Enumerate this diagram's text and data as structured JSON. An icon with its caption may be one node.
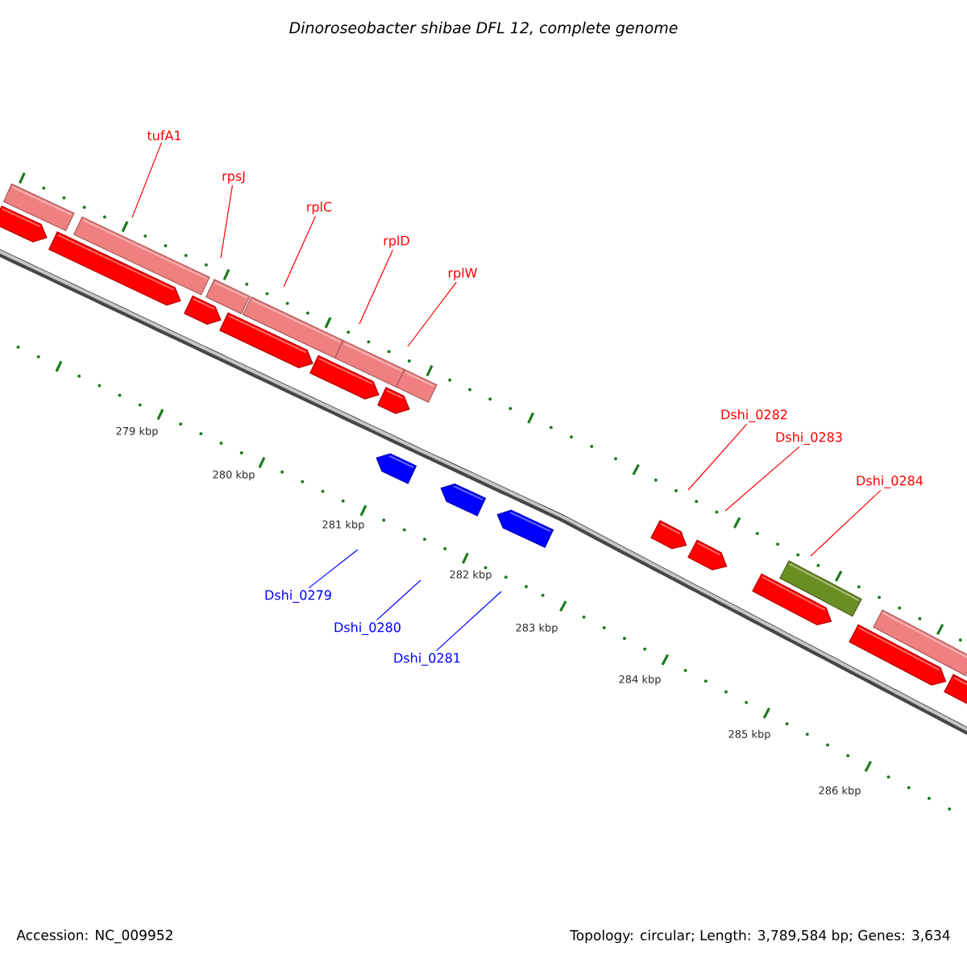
{
  "diagram": {
    "title": "Dinoroseobacter shibae DFL 12, complete genome",
    "nodes": [
      {
        "text": [
          "tufA1"
        ]
      },
      {
        "text": [
          "rpsJ"
        ]
      },
      {
        "text": [
          "rplC"
        ]
      },
      {
        "text": [
          "rplD"
        ]
      },
      {
        "text": [
          "rplW"
        ]
      },
      {
        "text": [
          "Dshi_0279"
        ]
      },
      {
        "text": [
          "Dshi_0280"
        ]
      },
      {
        "text": [
          "Dshi_0281"
        ]
      },
      {
        "text": [
          "Dshi_0282"
        ]
      },
      {
        "text": [
          "Dshi_0283"
        ]
      },
      {
        "text": [
          "Dshi_0284"
        ]
      }
    ],
    "edges": [
      {
        "from": 0,
        "to": null,
        "arrow": "none"
      },
      {
        "from": 1,
        "to": null,
        "arrow": "none"
      },
      {
        "from": 2,
        "to": null,
        "arrow": "none"
      },
      {
        "from": 3,
        "to": null,
        "arrow": "none"
      },
      {
        "from": 4,
        "to": null,
        "arrow": "none"
      },
      {
        "from": 5,
        "to": null,
        "arrow": "none",
        "color": "#0000ff"
      },
      {
        "from": 6,
        "to": null,
        "arrow": "none",
        "color": "#0000ff"
      },
      {
        "from": 7,
        "to": null,
        "arrow": "none",
        "color": "#0000ff"
      },
      {
        "from": 8,
        "to": null,
        "arrow": "none"
      },
      {
        "from": 9,
        "to": null,
        "arrow": "none"
      },
      {
        "from": 10,
        "to": null,
        "arrow": "none"
      }
    ],
    "labels": [
      "279 kbp",
      "280 kbp",
      "281 kbp",
      "282 kbp",
      "283 kbp",
      "284 kbp",
      "285 kbp",
      "286 kbp",
      "Accession: NC_009952",
      "Topology: circular; Length: 3,789,584 bp; Genes: 3,634"
    ]
  }
}
